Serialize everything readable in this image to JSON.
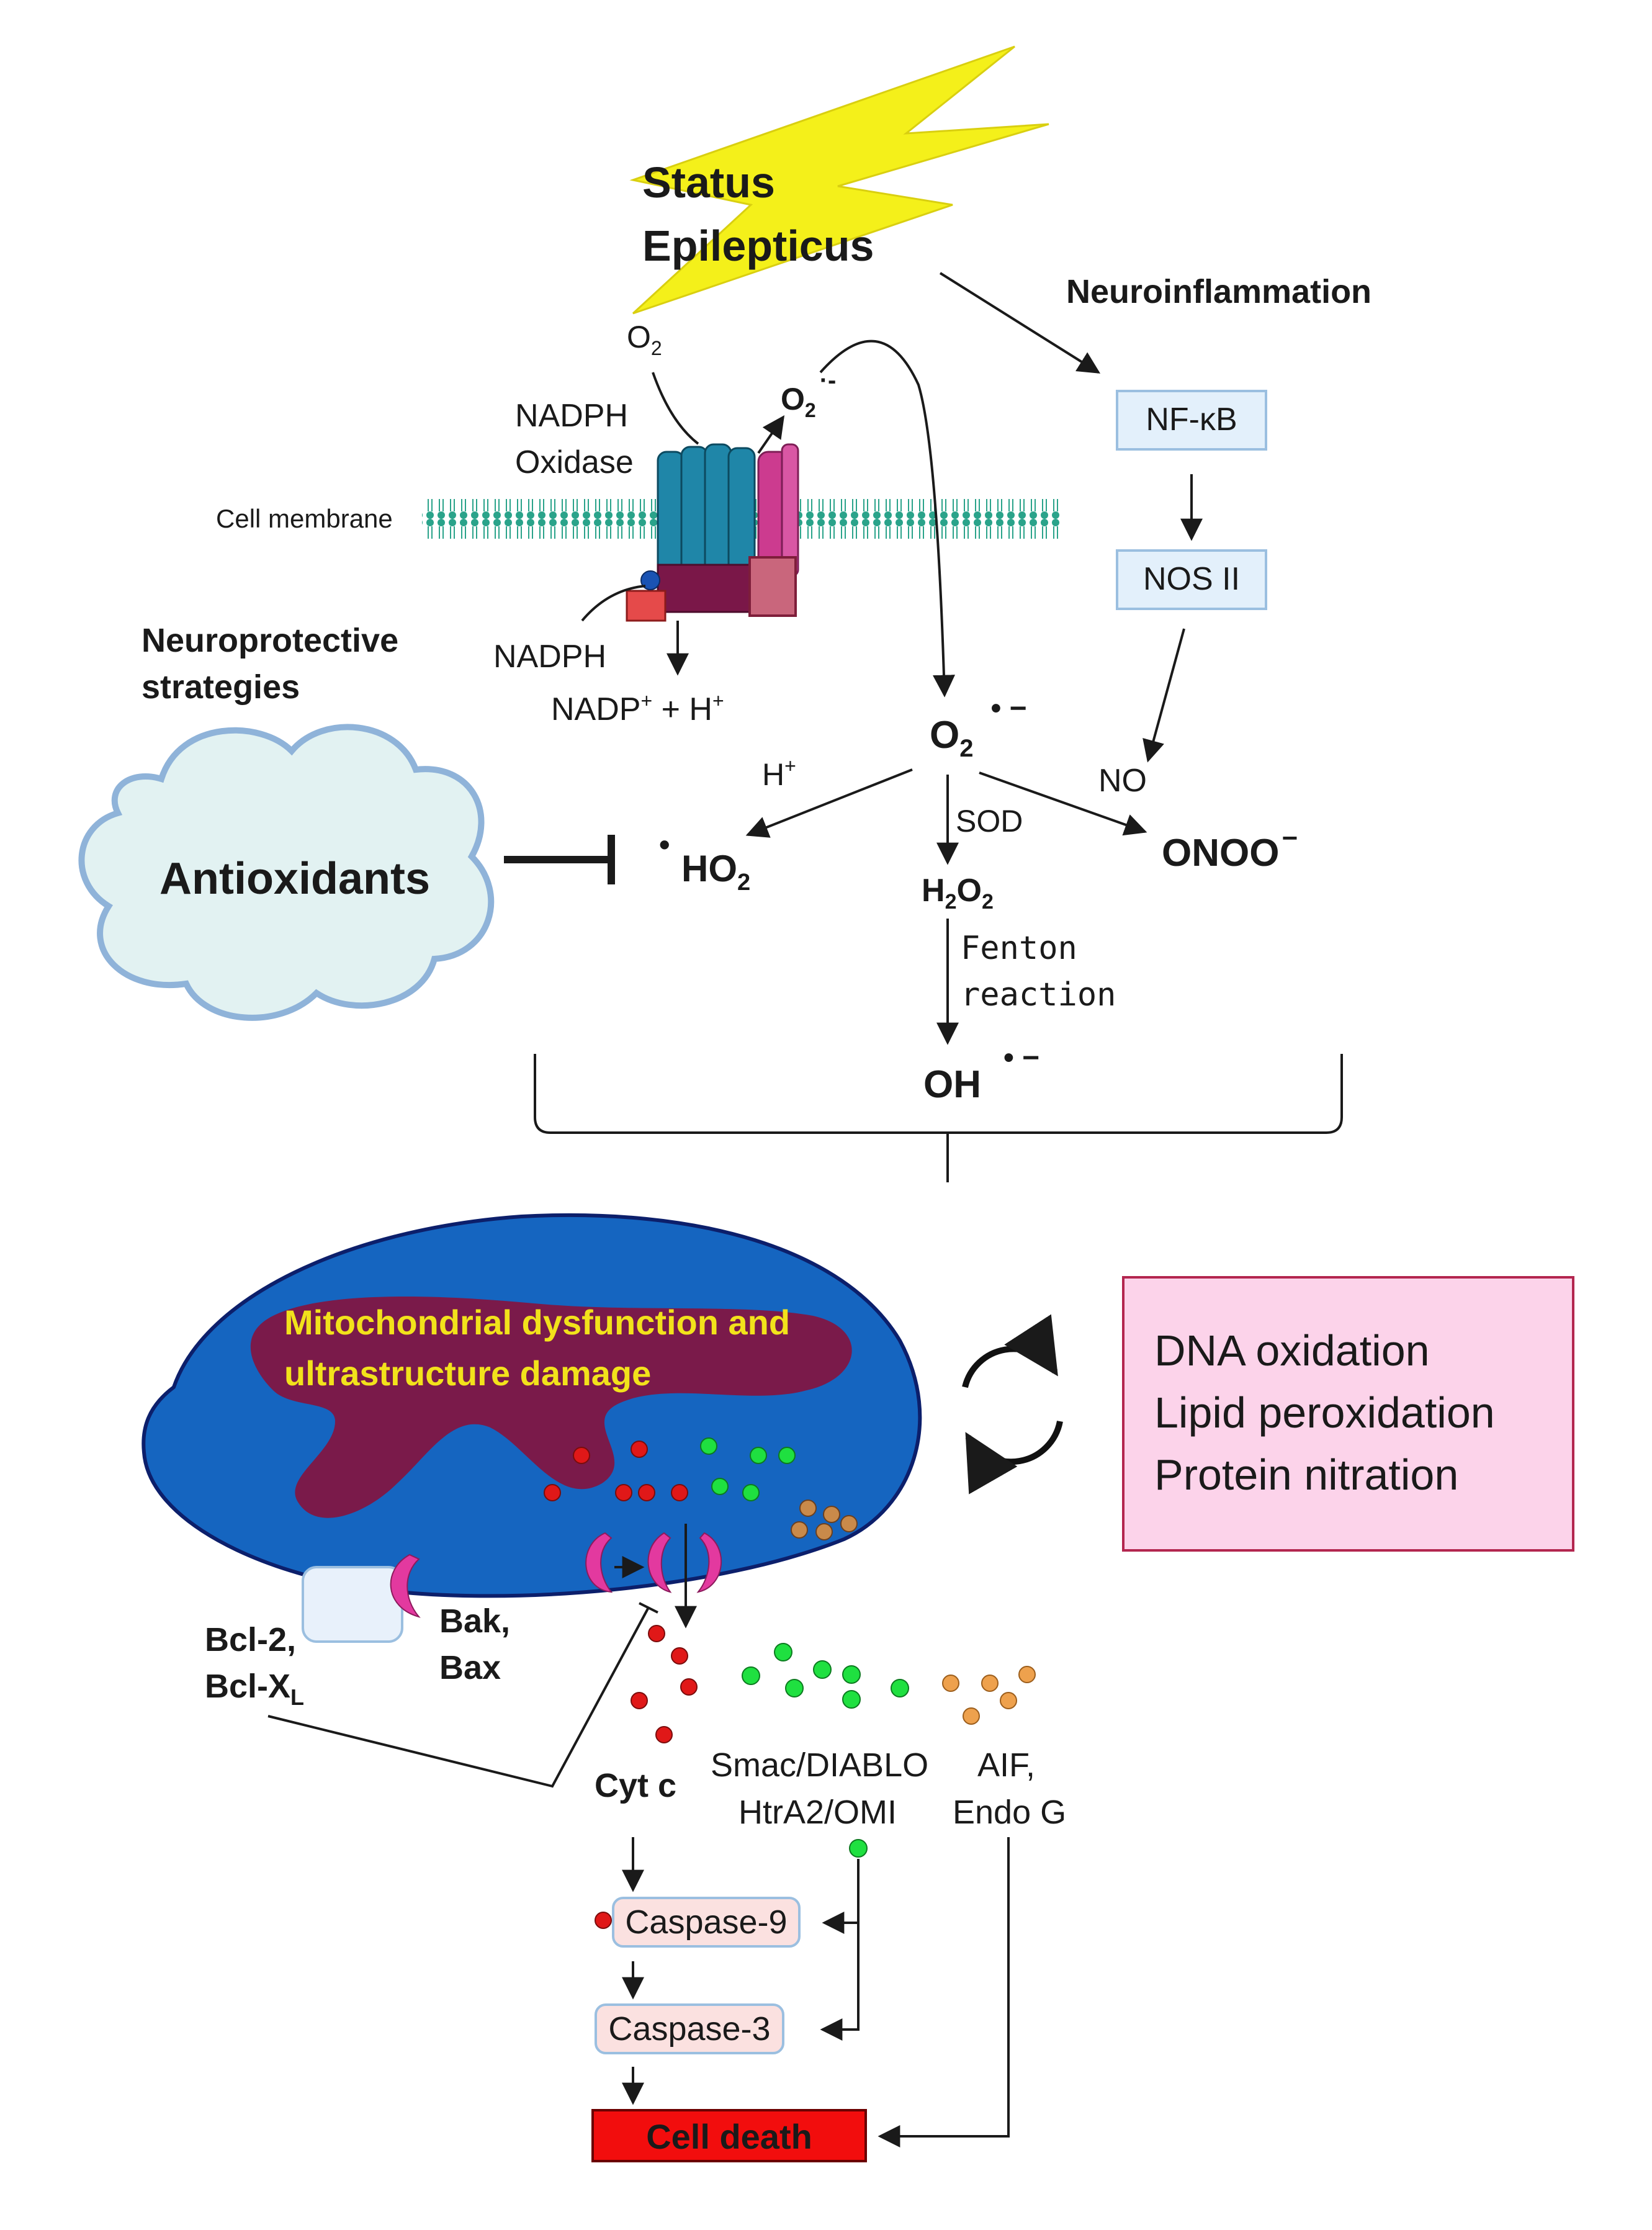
{
  "trigger": {
    "line1": "Status",
    "line2": "Epilepticus"
  },
  "neuroinflammation": {
    "label": "Neuroinflammation",
    "nfkb": "NF-κB",
    "nos": "NOS II",
    "no": "NO"
  },
  "membrane": {
    "cell_membrane": "Cell membrane",
    "nadph_oxidase_1": "NADPH",
    "nadph_oxidase_2": "Oxidase",
    "o2_in": "O",
    "o2_in_sub": "2",
    "o2_out": "O",
    "o2_out_sub": "2",
    "o2_out_sup": "·-",
    "nadph": "NADPH",
    "nadp_a": "NADP",
    "nadp_sup": "+",
    "nadp_b": " + H",
    "nadp_sup2": "+"
  },
  "ros": {
    "superoxide": "O",
    "superoxide_sub": "2",
    "superoxide_sup": "• −",
    "hplus": "H",
    "hplus_sup": "+",
    "sod": "SOD",
    "ho2_dot": "•",
    "ho2": "HO",
    "ho2_sub": "2",
    "h2o2_a": "H",
    "h2o2_sub1": "2",
    "h2o2_b": "O",
    "h2o2_sub2": "2",
    "onoo": "ONOO",
    "onoo_sup": "−",
    "fenton_1": "Fenton",
    "fenton_2": "reaction",
    "oh": "OH",
    "oh_sup": "• −"
  },
  "neuroprotection": {
    "line1": "Neuroprotective",
    "line2": "strategies",
    "antioxidants": "Antioxidants"
  },
  "mitochondria": {
    "title_1": "Mitochondrial dysfunction and",
    "title_2": "ultrastructure damage",
    "bcl_1": "Bcl-2,",
    "bcl_2": "Bcl-X",
    "bcl_sub": "L",
    "bak_1": "Bak,",
    "bak_2": "Bax"
  },
  "damage_box": {
    "line1": "DNA oxidation",
    "line2": "Lipid peroxidation",
    "line3": "Protein nitration"
  },
  "apoptosis": {
    "cytc": "Cyt c",
    "smac_1": "Smac/DIABLO",
    "smac_2": "HtrA2/OMI",
    "aif_1": "AIF,",
    "aif_2": "Endo G",
    "casp9": "Caspase-9",
    "casp3": "Caspase-3",
    "cell_death": "Cell death"
  },
  "colors": {
    "lightning": "#f4f01a",
    "mito_outer": "#1565c0",
    "mito_cristae": "#7a1a4a",
    "mito_title": "#f2e21b",
    "cloud_fill": "#e2f2f2",
    "cloud_stroke": "#8fb3d9",
    "damage_box_fill": "#fcd3ea",
    "damage_box_stroke": "#b3264f",
    "cell_death": "#f20d0d",
    "caspase_fill": "#fbe1e0",
    "cytc_dot": "#e01818",
    "smac_dot": "#1fe040",
    "aif_dot": "#eea14d"
  }
}
